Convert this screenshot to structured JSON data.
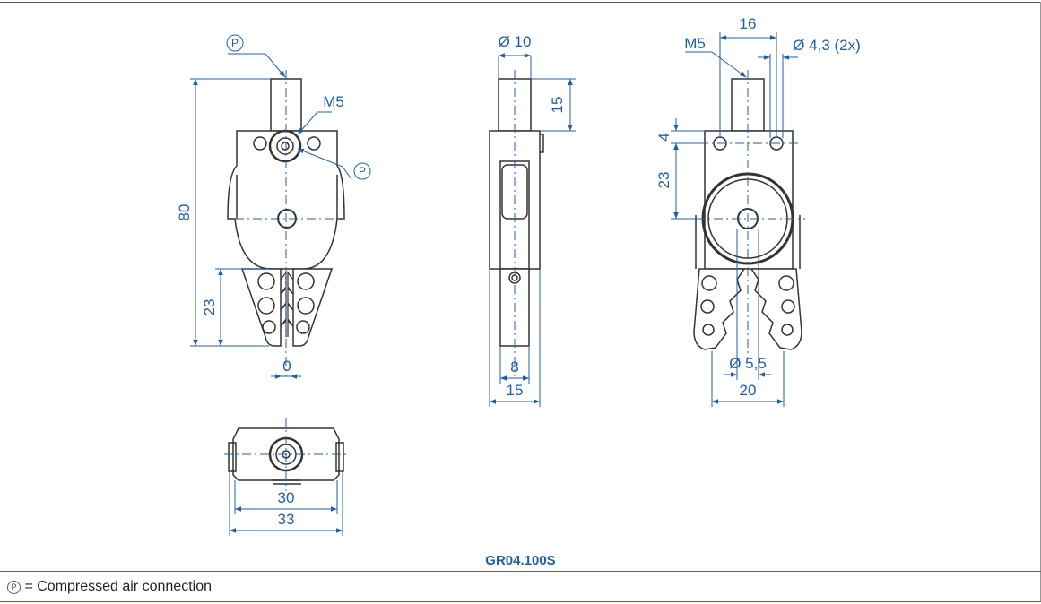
{
  "drawing": {
    "front_view": {
      "pressure_marker_top": "P",
      "thread_label": "M5",
      "pressure_marker_side": "P",
      "dim_height_total": "80",
      "dim_height_lower": "23",
      "dim_jaw_gap": "0"
    },
    "side_view": {
      "dim_shaft_diameter": "Ø 10",
      "dim_shaft_length": "15",
      "dim_jaw_width": "8",
      "dim_body_width": "15"
    },
    "rear_view": {
      "dim_hole_spacing": "16",
      "thread_label": "M5",
      "dim_hole_diameter": "Ø 4,3 (2x)",
      "dim_hole_offset": "4",
      "dim_center_distance": "23",
      "dim_pin_diameter": "Ø 5,5",
      "dim_jaw_span": "20"
    },
    "bottom_view": {
      "dim_inner_width": "30",
      "dim_outer_width": "33"
    }
  },
  "caption": "GR04.100S",
  "legend": {
    "marker": "P",
    "text": "= Compressed air connection"
  },
  "colors": {
    "dimension": "#1f5fa8",
    "outline": "#333333",
    "separator": "#c0394b"
  }
}
